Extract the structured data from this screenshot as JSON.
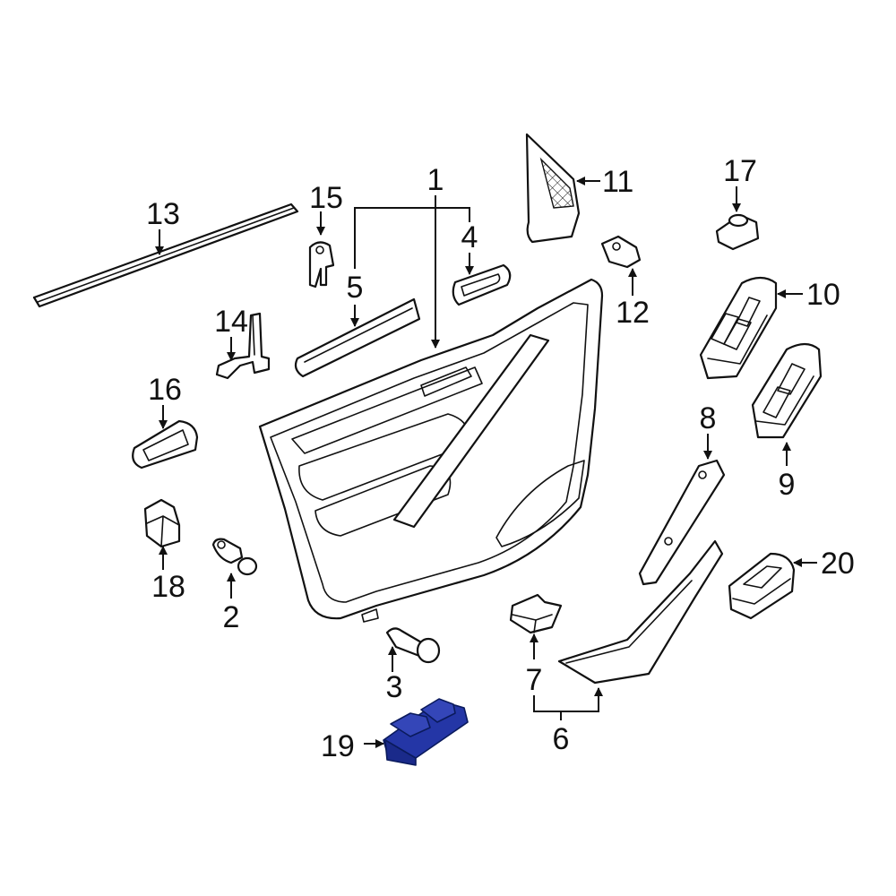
{
  "diagram": {
    "highlight_color": "#2436a6",
    "callouts": {
      "c1": "1",
      "c2": "2",
      "c3": "3",
      "c4": "4",
      "c5": "5",
      "c6": "6",
      "c7": "7",
      "c8": "8",
      "c9": "9",
      "c10": "10",
      "c11": "11",
      "c12": "12",
      "c13": "13",
      "c14": "14",
      "c15": "15",
      "c16": "16",
      "c17": "17",
      "c18": "18",
      "c19": "19",
      "c20": "20"
    }
  }
}
